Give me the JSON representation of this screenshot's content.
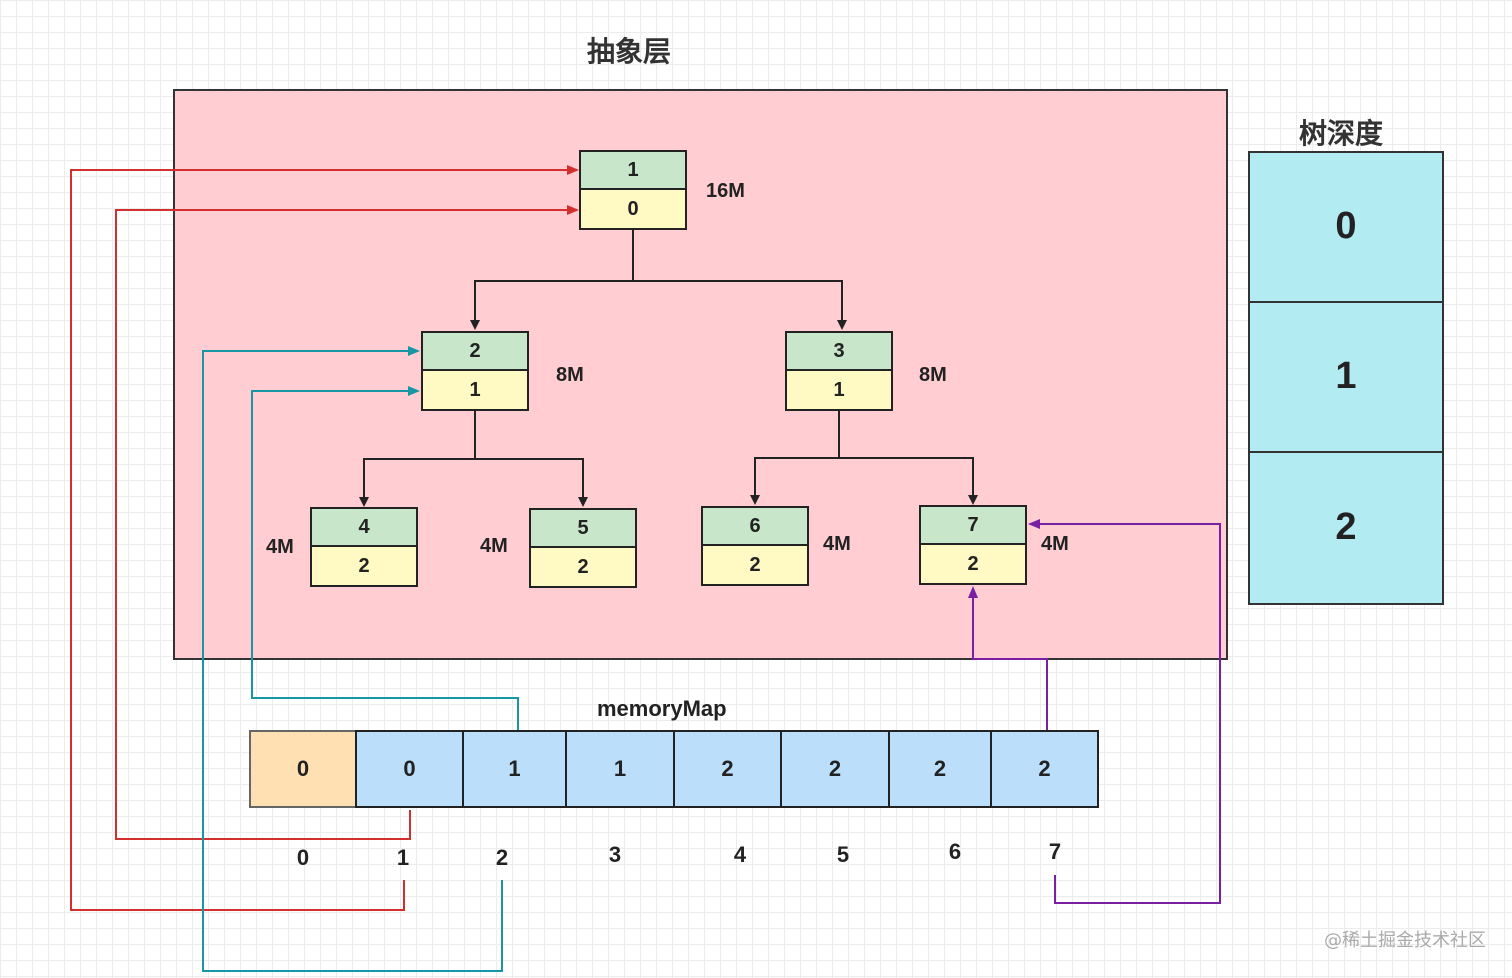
{
  "titles": {
    "abstract_layer": "抽象层",
    "tree_depth": "树深度",
    "memory_map": "memoryMap"
  },
  "nodes": [
    {
      "id": "1",
      "depth": "0",
      "size": "16M"
    },
    {
      "id": "2",
      "depth": "1",
      "size": "8M"
    },
    {
      "id": "3",
      "depth": "1",
      "size": "8M"
    },
    {
      "id": "4",
      "depth": "2",
      "size": "4M"
    },
    {
      "id": "5",
      "depth": "2",
      "size": "4M"
    },
    {
      "id": "6",
      "depth": "2",
      "size": "4M"
    },
    {
      "id": "7",
      "depth": "2",
      "size": "4M"
    }
  ],
  "depth_levels": [
    "0",
    "1",
    "2"
  ],
  "memory_map": {
    "values": [
      "0",
      "0",
      "1",
      "1",
      "2",
      "2",
      "2",
      "2"
    ],
    "indices": [
      "0",
      "1",
      "2",
      "3",
      "4",
      "5",
      "6",
      "7"
    ]
  },
  "colors": {
    "layer_bg": "#ffcdd2",
    "node_id_bg": "#c8e6c9",
    "node_depth_bg": "#fff9c4",
    "depth_bg": "#b2ebf2",
    "memory_bg": "#bbdefb",
    "memory_pad_bg": "#ffe0b2",
    "red_link": "#d32f2f",
    "teal_link": "#1796a5",
    "purple_link": "#7b1fa2"
  },
  "watermark": "@稀土掘金技术社区"
}
